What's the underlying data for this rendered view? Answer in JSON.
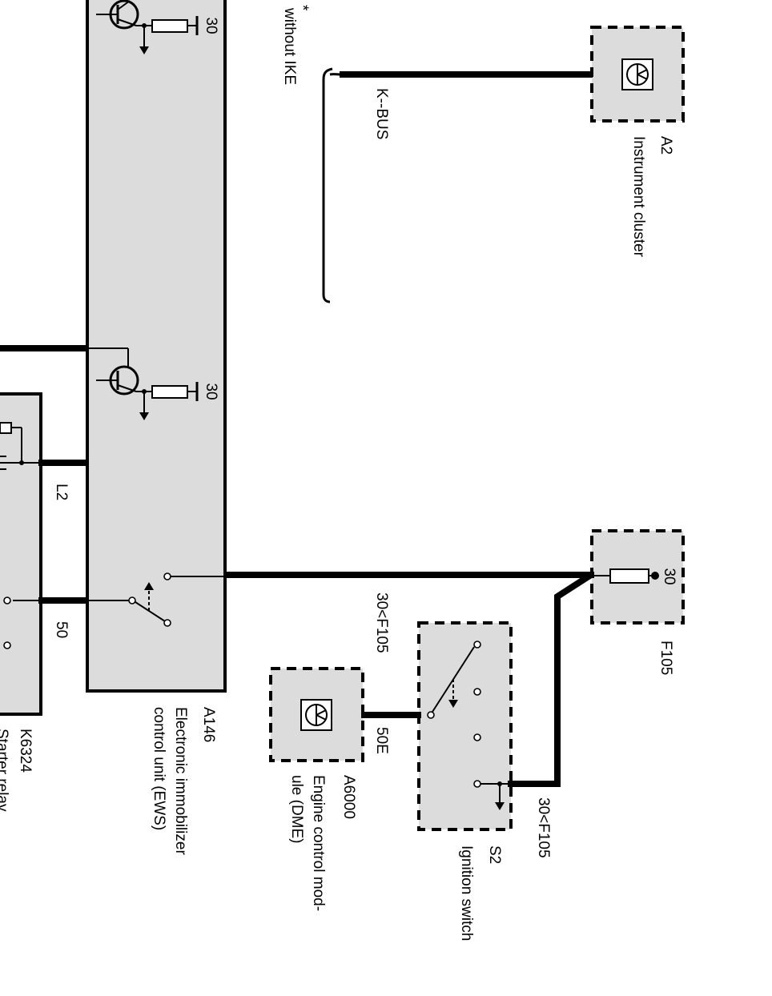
{
  "components": {
    "a2": {
      "code": "A2",
      "name": "Instrument cluster"
    },
    "f105": {
      "code": "F105",
      "pin": "30"
    },
    "a146": {
      "code": "A146",
      "name_line1": "Electronic immobilizer",
      "name_line2": "control unit (EWS)",
      "pin_top": "30",
      "pin_mid": "30"
    },
    "a6000": {
      "code": "A6000",
      "name_line1": "Engine control mod-",
      "name_line2": "ule (DME)"
    },
    "s2": {
      "code": "S2",
      "name": "Ignition switch"
    },
    "k6324": {
      "code": "K6324",
      "name": "Starter relay"
    }
  },
  "labels": {
    "kbus": "K--BUS",
    "without_ike": "without IKE",
    "note_mark": "*",
    "l2": "L2",
    "wire_50": "50",
    "wire_50e": "50E",
    "wire_30f105_upper": "30<F105",
    "wire_30f105_lower": "30<F105"
  }
}
